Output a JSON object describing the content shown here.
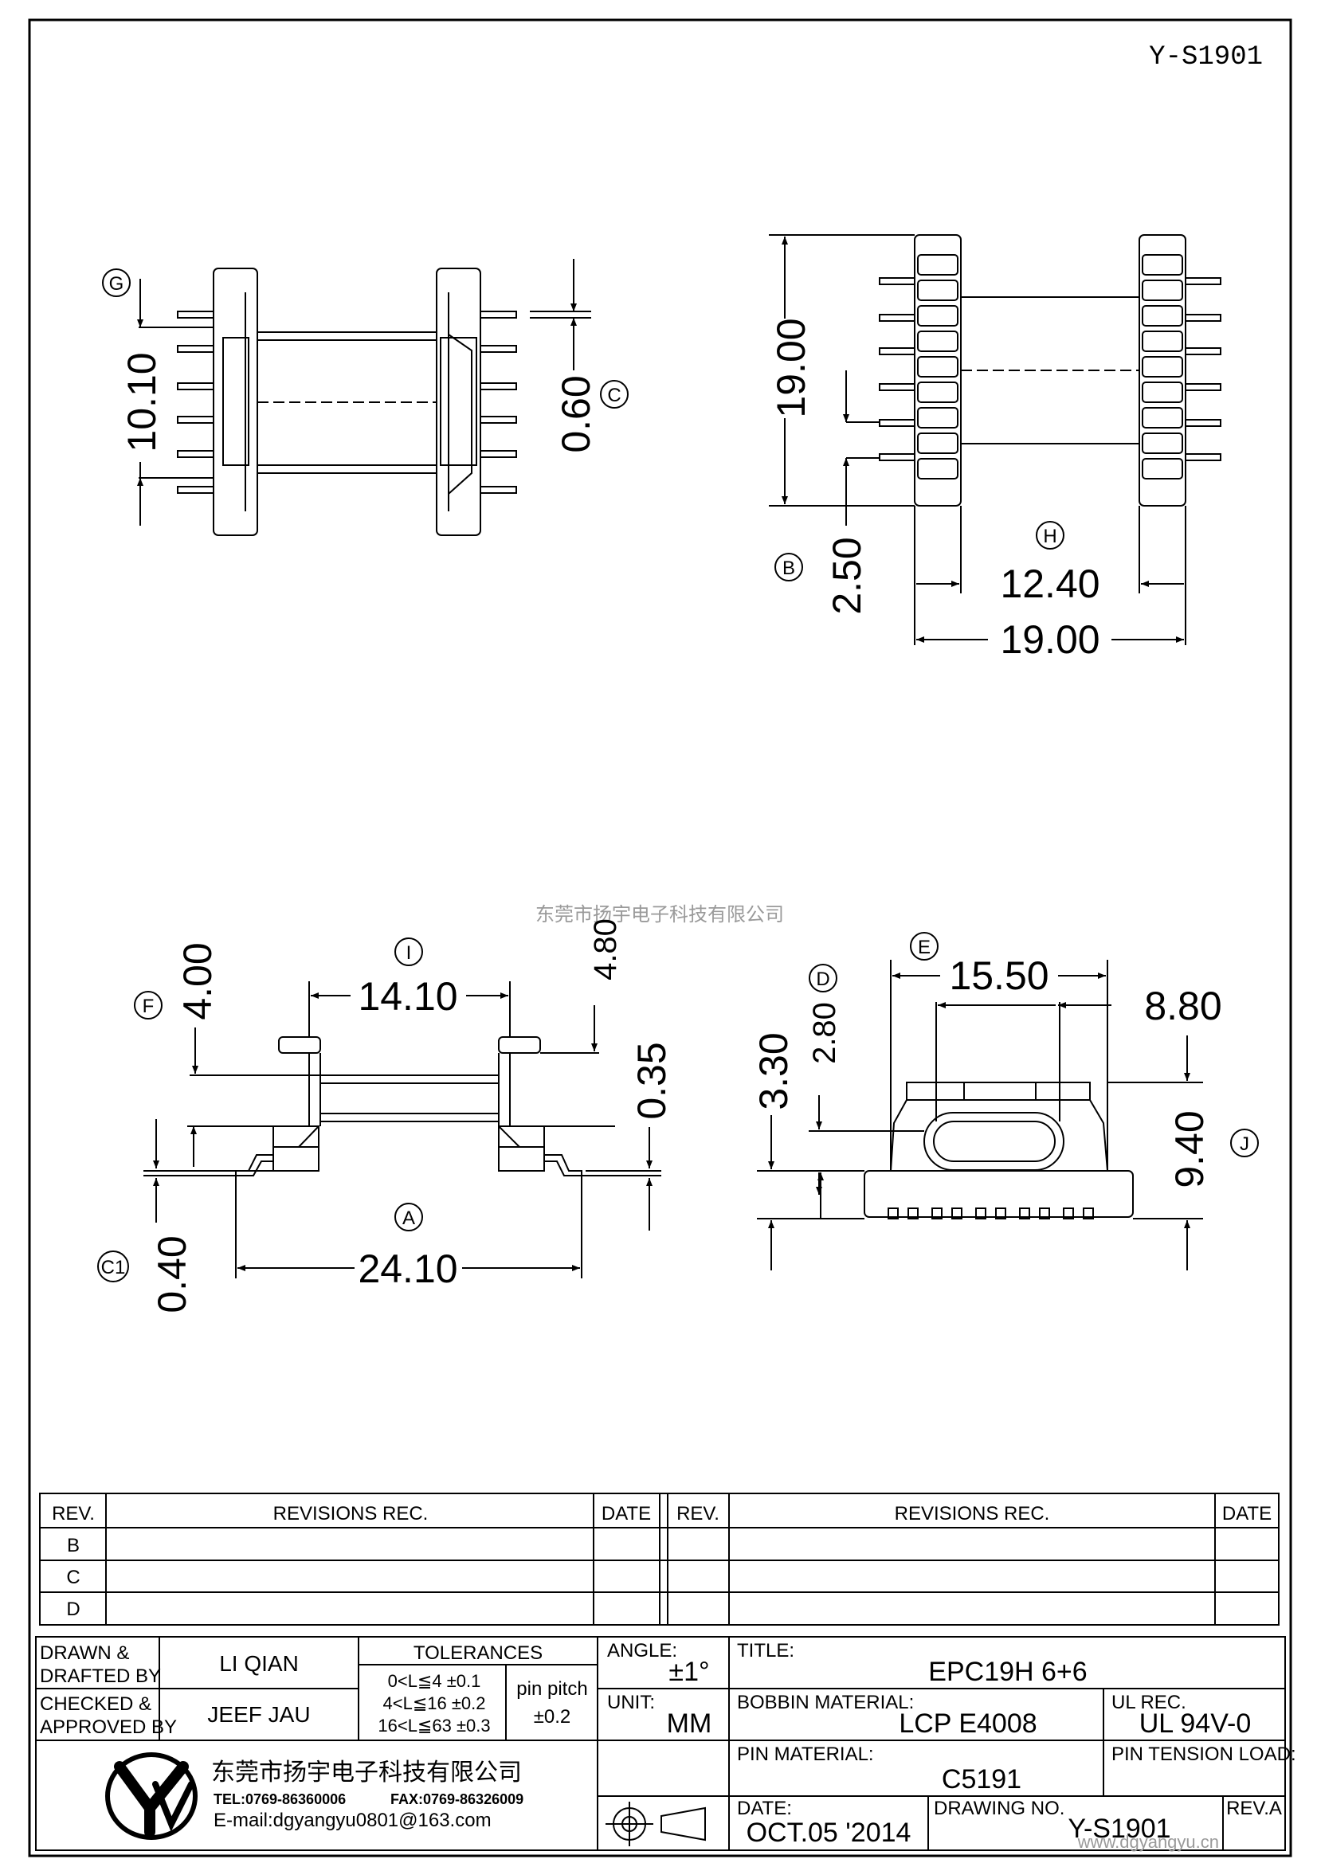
{
  "drawing_code": "Y-S1901",
  "watermark": "东莞市扬宇电子科技有限公司",
  "watermark_url": "www.dgyangyu.cn",
  "views": {
    "top_left": {
      "dims": {
        "d_10_10": "10.10",
        "d_0_60": "0.60"
      },
      "markers": {
        "g": "G",
        "c": "C"
      }
    },
    "top_right": {
      "dims": {
        "d_19_00_v": "19.00",
        "d_2_50": "2.50",
        "d_12_40": "12.40",
        "d_19_00_h": "19.00"
      },
      "markers": {
        "b": "B",
        "h": "H"
      }
    },
    "bottom_left": {
      "dims": {
        "d_4_00": "4.00",
        "d_14_10": "14.10",
        "d_4_80": "4.80",
        "d_0_35": "0.35",
        "d_0_40": "0.40",
        "d_24_10": "24.10"
      },
      "markers": {
        "f": "F",
        "i": "I",
        "a": "A",
        "c1": "C1"
      }
    },
    "bottom_right": {
      "dims": {
        "d_15_50": "15.50",
        "d_8_80": "8.80",
        "d_3_30": "3.30",
        "d_2_80": "2.80",
        "d_9_40": "9.40"
      },
      "markers": {
        "e": "E",
        "d": "D",
        "j": "J"
      }
    }
  },
  "revisions": {
    "headers": {
      "rev": "REV.",
      "rec": "REVISIONS    REC.",
      "date": "DATE"
    },
    "rows": [
      "B",
      "C",
      "D"
    ]
  },
  "title_block": {
    "drawn_label_1": "DRAWN  &",
    "drawn_label_2": "DRAFTED  BY",
    "drawn_name": "LI QIAN",
    "checked_label_1": "CHECKED  &",
    "checked_label_2": "APPROVED  BY",
    "checked_name": "JEEF JAU",
    "tolerances_label": "TOLERANCES",
    "tol_1": "0<L≦4    ±0.1",
    "tol_2": "4<L≦16  ±0.2",
    "tol_3": "16<L≦63  ±0.3",
    "pin_pitch_label": "pin  pitch",
    "pin_pitch_value": "±0.2",
    "angle_label": "ANGLE:",
    "angle_value": "±1°",
    "unit_label": "UNIT:",
    "unit_value": "MM",
    "title_label": "TITLE:",
    "title_value": "EPC19H  6+6",
    "bobbin_label": "BOBBIN  MATERIAL:",
    "bobbin_value": "LCP  E4008",
    "ul_label": "UL  REC.",
    "ul_value": "UL  94V-0",
    "pin_material_label": "PIN  MATERIAL:",
    "pin_material_value": "C5191",
    "pin_tension_label": "PIN  TENSION  LOAD:",
    "date_label": "DATE:",
    "date_value": "OCT.05  '2014",
    "drawing_no_label": "DRAWING  NO.",
    "drawing_no_value": "Y-S1901",
    "rev_label": "REV.A",
    "company_name": "东莞市扬宇电子科技有限公司",
    "tel": "TEL:0769-86360006",
    "fax": "FAX:0769-86326009",
    "email": "E-mail:dgyangyu0801@163.com"
  }
}
